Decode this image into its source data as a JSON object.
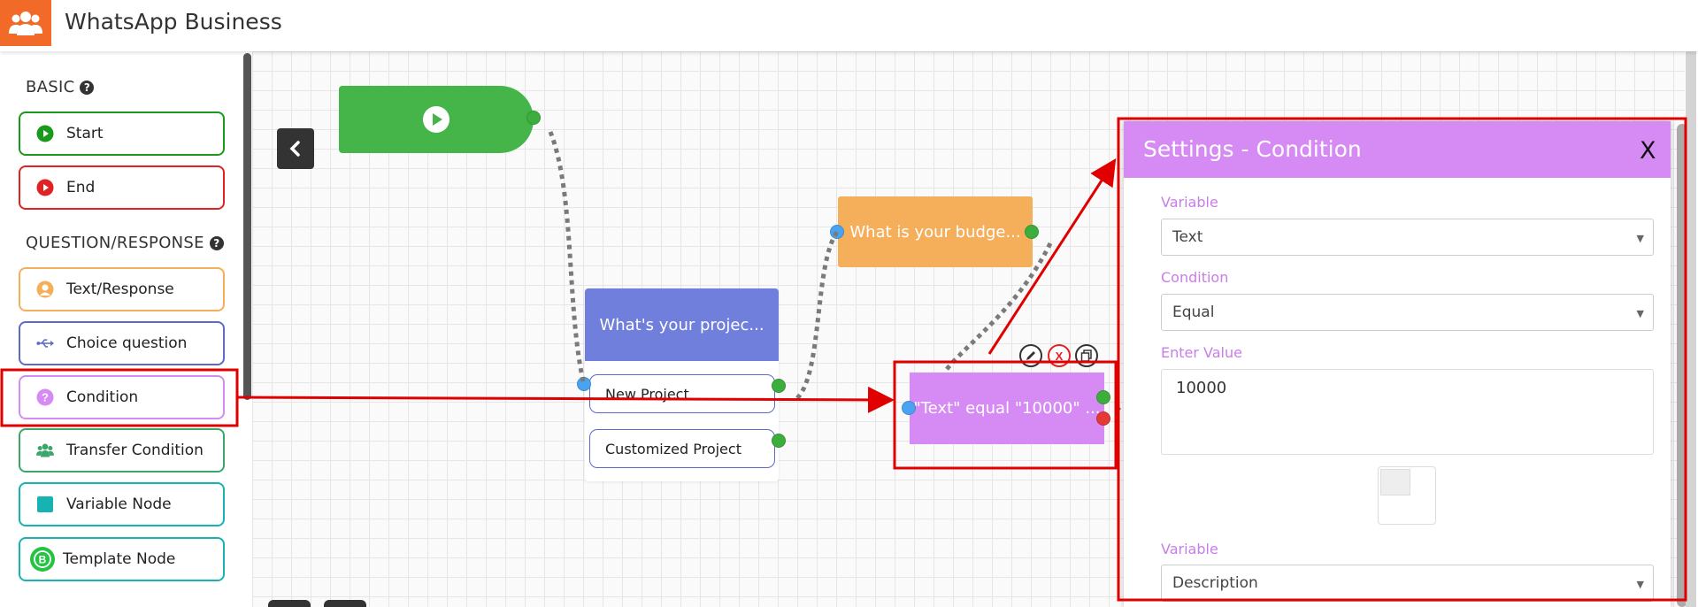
{
  "app": {
    "title": "WhatsApp Business"
  },
  "sidebar": {
    "basic_title": "BASIC",
    "basic_items": [
      {
        "label": "Start",
        "color": "#1a9a1a",
        "icon": "play-circle-icon"
      },
      {
        "label": "End",
        "color": "#e22222",
        "icon": "play-circle-icon"
      }
    ],
    "qr_title": "QUESTION/RESPONSE",
    "qr_items": [
      {
        "label": "Text/Response",
        "color": "#f5ae5a",
        "icon": "user-icon"
      },
      {
        "label": "Choice question",
        "color": "#5b6bc7",
        "icon": "usb-icon"
      },
      {
        "label": "Condition",
        "color": "#d68af3",
        "icon": "question-circle-icon"
      },
      {
        "label": "Transfer Condition",
        "color": "#3aa66a",
        "icon": "users-icon"
      },
      {
        "label": "Variable Node",
        "color": "#17b3b3",
        "icon": "square-icon"
      },
      {
        "label": "Template Node",
        "color": "#17b3b3",
        "icon": "whatsapp-business-icon"
      }
    ]
  },
  "canvas": {
    "question_node": {
      "title": "What's your projec...",
      "choices": [
        "New Project",
        "Customized Project"
      ]
    },
    "budget_node": {
      "title": "What is your budge..."
    },
    "condition_node": {
      "title": "\"Text\" equal \"10000\" ..."
    }
  },
  "settings": {
    "title": "Settings - Condition",
    "close_label": "X",
    "fields": {
      "variable_label": "Variable",
      "variable_value": "Text",
      "condition_label": "Condition",
      "condition_value": "Equal",
      "value_label": "Enter Value",
      "value_value": "10000",
      "variable2_label": "Variable",
      "variable2_value": "Description"
    }
  },
  "colors": {
    "brand": "#f26a28",
    "annotation": "#e00000"
  }
}
